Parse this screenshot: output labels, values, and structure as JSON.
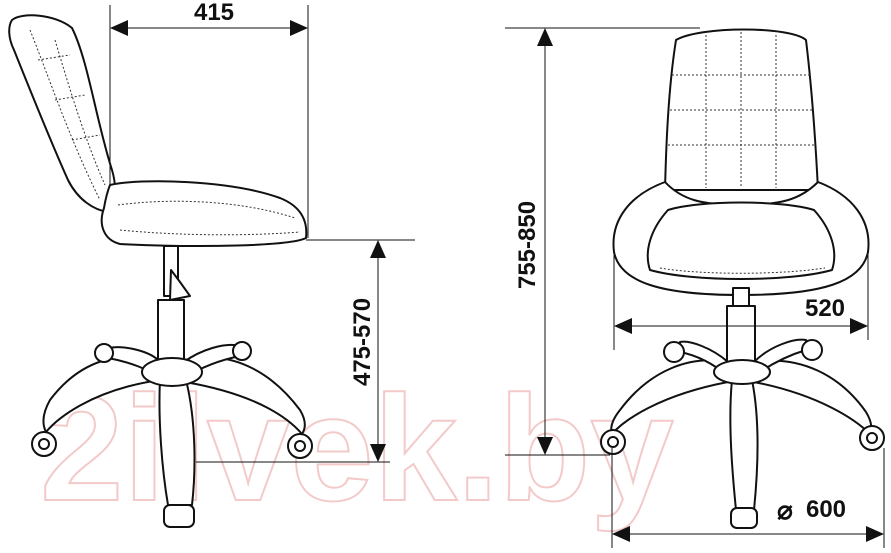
{
  "dimensions": {
    "depth": "415",
    "seat_height": "475-570",
    "total_height": "755-850",
    "width": "520",
    "base_diameter": "600",
    "diameter_symbol": "⌀"
  },
  "watermark": {
    "text": "2ilvek.by"
  },
  "colors": {
    "line": "#111111",
    "watermark": "#f3c9c9",
    "background": "#ffffff"
  }
}
